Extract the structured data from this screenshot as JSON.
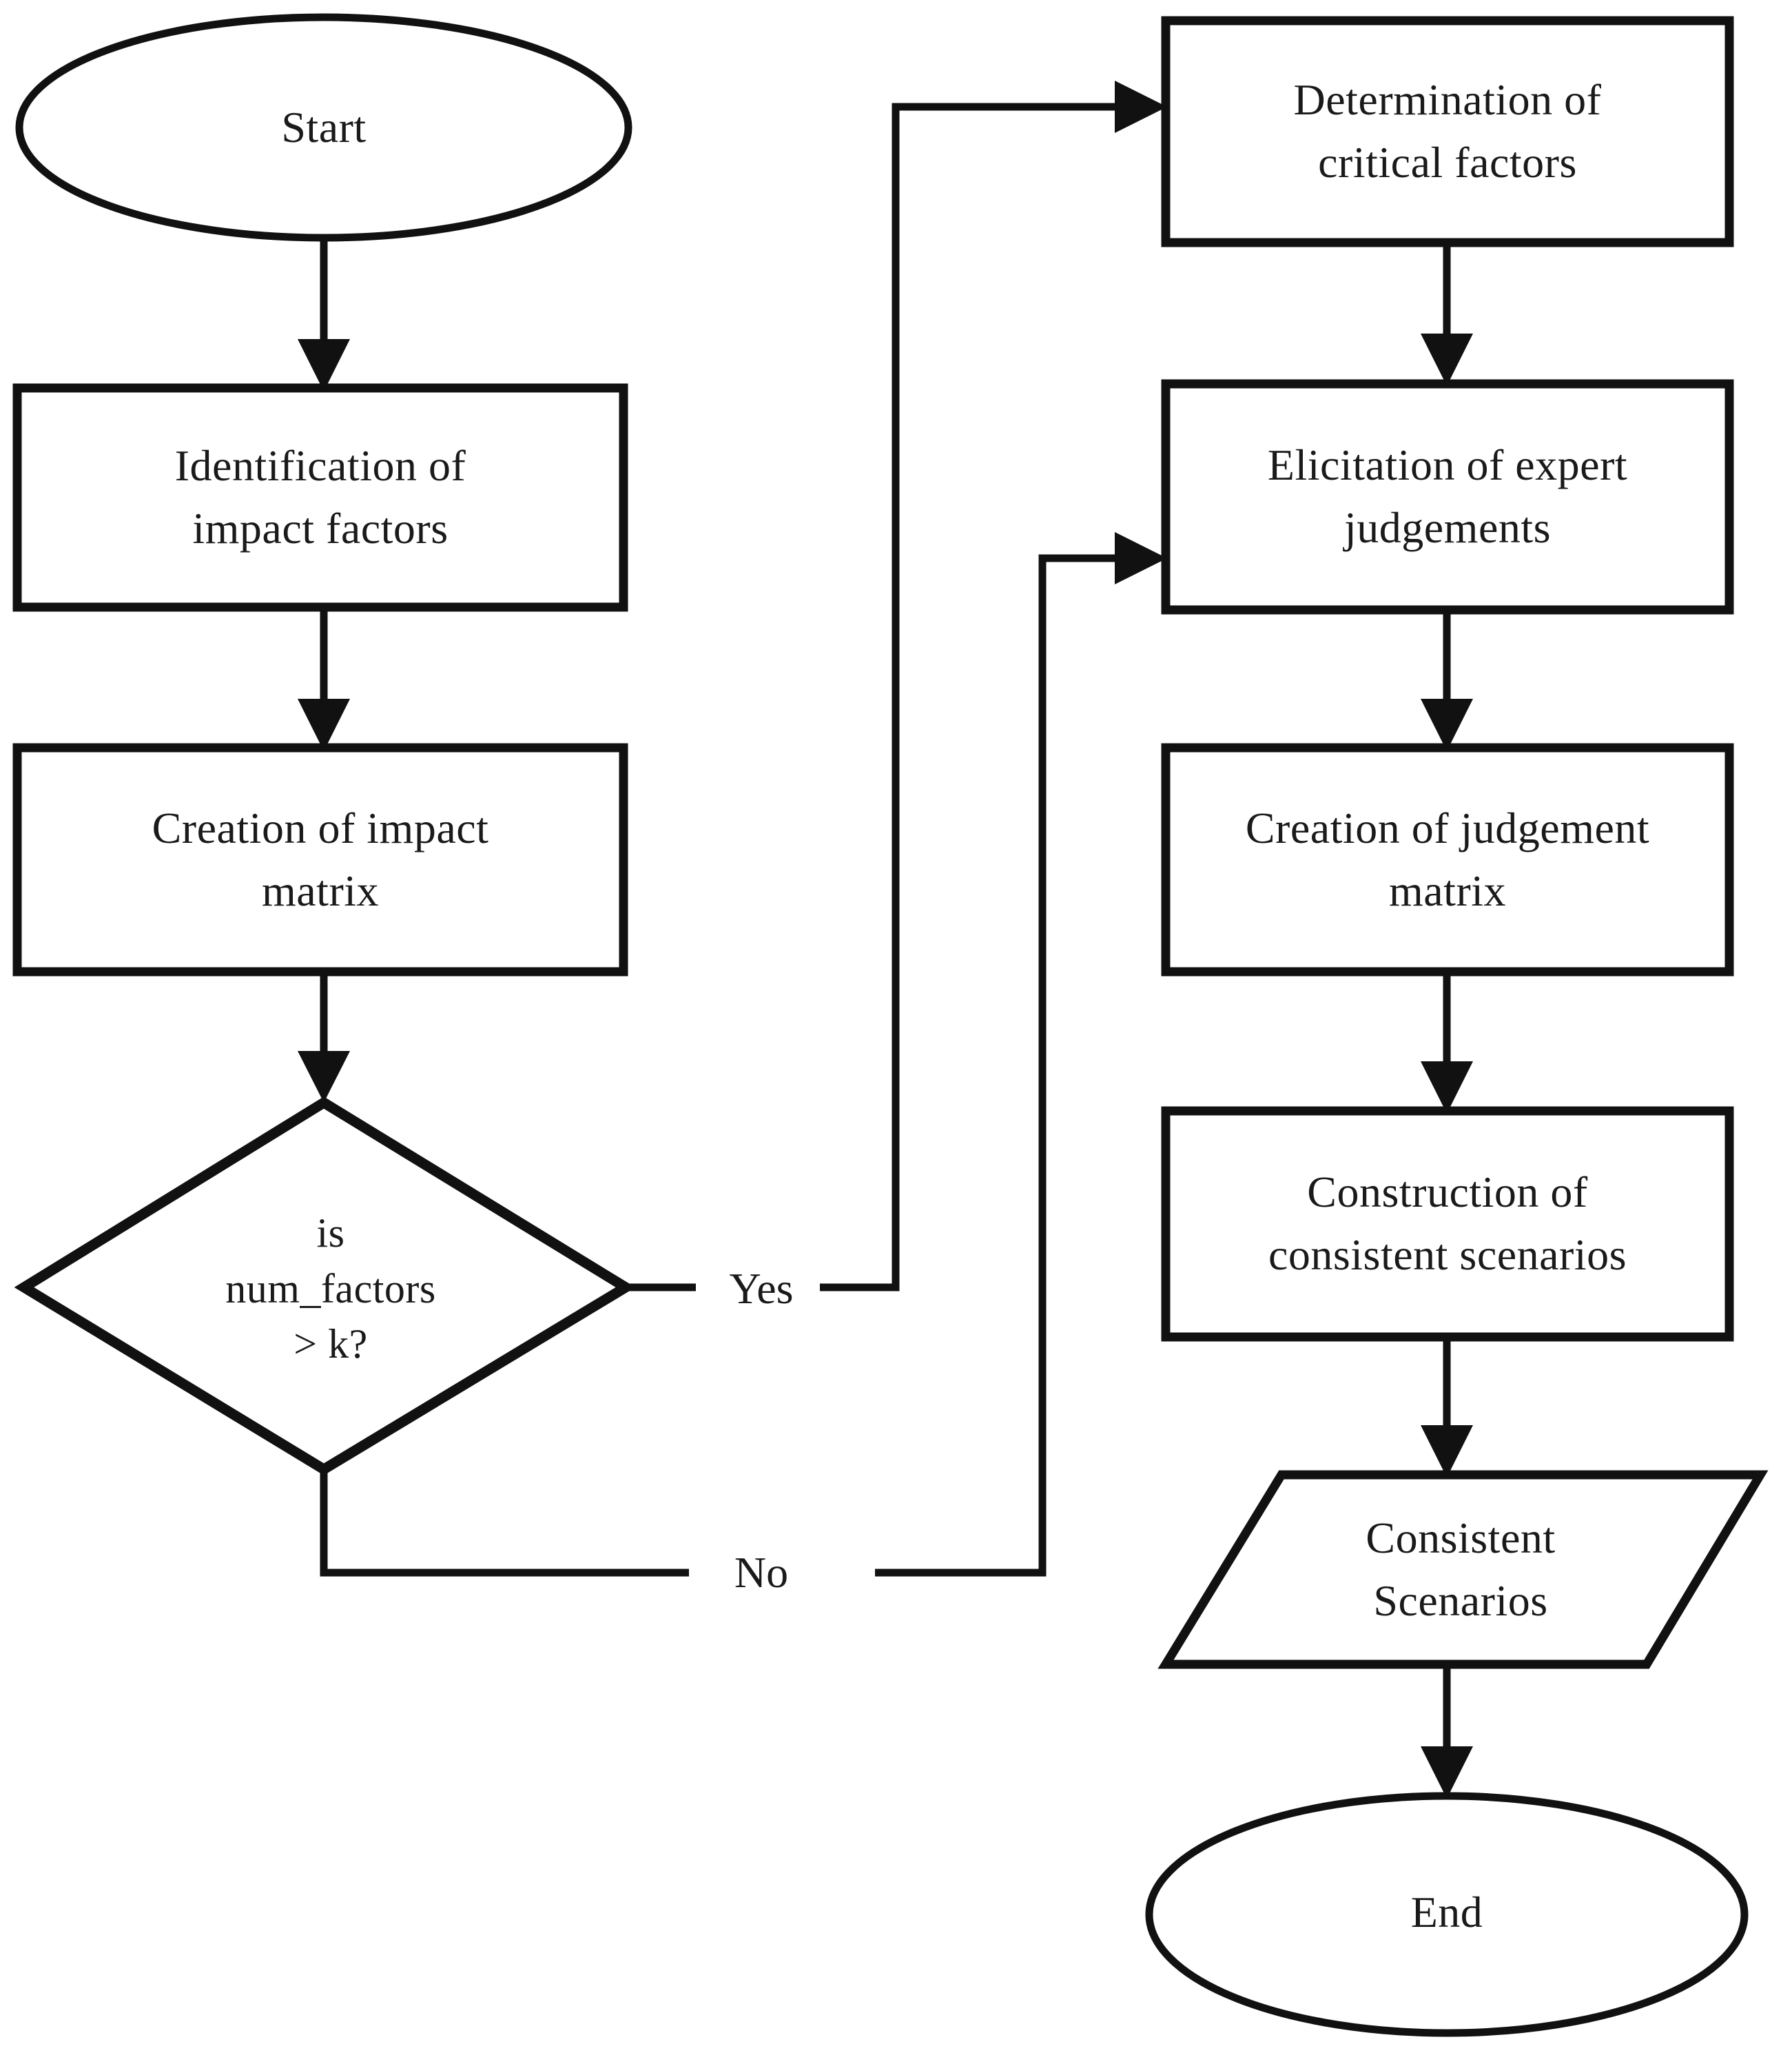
{
  "diagram": {
    "type": "flowchart",
    "orientation": "two-column, left column flows down then branches to right column",
    "nodes": [
      {
        "id": "start",
        "shape": "ellipse",
        "label": "Start"
      },
      {
        "id": "identify",
        "shape": "process",
        "label": "Identification of\nimpact factors"
      },
      {
        "id": "impact_matrix",
        "shape": "process",
        "label": "Creation of impact\nmatrix"
      },
      {
        "id": "decision",
        "shape": "decision",
        "label": "is\nnum_factors\n> k?"
      },
      {
        "id": "critical",
        "shape": "process",
        "label": "Determination of\ncritical factors"
      },
      {
        "id": "elicitation",
        "shape": "process",
        "label": "Elicitation of expert\njudgements"
      },
      {
        "id": "judge_matrix",
        "shape": "process",
        "label": "Creation of judgement\nmatrix"
      },
      {
        "id": "construction",
        "shape": "process",
        "label": "Construction of\nconsistent scenarios"
      },
      {
        "id": "output",
        "shape": "parallelogram",
        "label": "Consistent\nScenarios"
      },
      {
        "id": "end",
        "shape": "ellipse",
        "label": "End"
      }
    ],
    "edges": [
      {
        "from": "start",
        "to": "identify",
        "label": ""
      },
      {
        "from": "identify",
        "to": "impact_matrix",
        "label": ""
      },
      {
        "from": "impact_matrix",
        "to": "decision",
        "label": ""
      },
      {
        "from": "decision",
        "to": "critical",
        "label": "Yes"
      },
      {
        "from": "decision",
        "to": "elicitation",
        "label": "No"
      },
      {
        "from": "critical",
        "to": "elicitation",
        "label": ""
      },
      {
        "from": "elicitation",
        "to": "judge_matrix",
        "label": ""
      },
      {
        "from": "judge_matrix",
        "to": "construction",
        "label": ""
      },
      {
        "from": "construction",
        "to": "output",
        "label": ""
      },
      {
        "from": "output",
        "to": "end",
        "label": ""
      }
    ],
    "edge_labels": {
      "yes": "Yes",
      "no": "No"
    },
    "colors": {
      "stroke": "#111111",
      "fill": "#ffffff",
      "text": "#1a1a1a"
    }
  }
}
